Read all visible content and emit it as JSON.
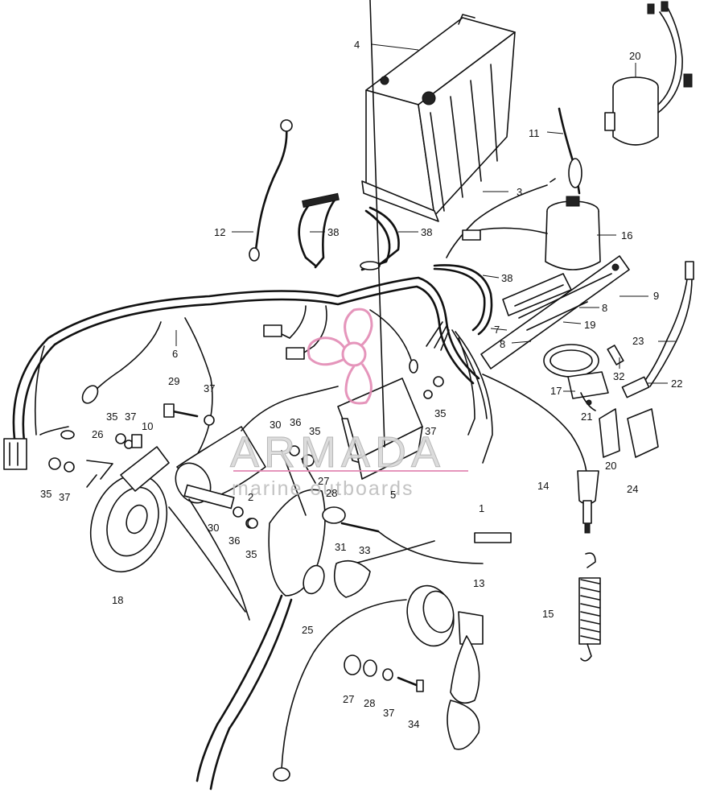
{
  "watermark": {
    "brand": "ARMADA",
    "tagline": "marine outboards",
    "logo_color": "#e38ab4",
    "text_color": "#d9d9d9"
  },
  "callouts": [
    {
      "id": "c4",
      "text": "4"
    },
    {
      "id": "c20a",
      "text": "20"
    },
    {
      "id": "c11",
      "text": "11"
    },
    {
      "id": "c3",
      "text": "3"
    },
    {
      "id": "c12",
      "text": "12"
    },
    {
      "id": "c38a",
      "text": "38"
    },
    {
      "id": "c38b",
      "text": "38"
    },
    {
      "id": "c16",
      "text": "16"
    },
    {
      "id": "c38c",
      "text": "38"
    },
    {
      "id": "c9",
      "text": "9"
    },
    {
      "id": "c8a",
      "text": "8"
    },
    {
      "id": "c19",
      "text": "19"
    },
    {
      "id": "c7",
      "text": "7"
    },
    {
      "id": "c8b",
      "text": "8"
    },
    {
      "id": "c23",
      "text": "23"
    },
    {
      "id": "c6",
      "text": "6"
    },
    {
      "id": "c32",
      "text": "32"
    },
    {
      "id": "c22",
      "text": "22"
    },
    {
      "id": "c17",
      "text": "17"
    },
    {
      "id": "c29",
      "text": "29"
    },
    {
      "id": "c37a",
      "text": "37"
    },
    {
      "id": "c35a",
      "text": "35"
    },
    {
      "id": "c21",
      "text": "21"
    },
    {
      "id": "c35b",
      "text": "35"
    },
    {
      "id": "c37b",
      "text": "37"
    },
    {
      "id": "c10",
      "text": "10"
    },
    {
      "id": "c30a",
      "text": "30"
    },
    {
      "id": "c36a",
      "text": "36"
    },
    {
      "id": "c35c",
      "text": "35"
    },
    {
      "id": "c37c",
      "text": "37"
    },
    {
      "id": "c26",
      "text": "26"
    },
    {
      "id": "c20b",
      "text": "20"
    },
    {
      "id": "c24",
      "text": "24"
    },
    {
      "id": "c5",
      "text": "5"
    },
    {
      "id": "c35d",
      "text": "35"
    },
    {
      "id": "c37d",
      "text": "37"
    },
    {
      "id": "c2",
      "text": "2"
    },
    {
      "id": "c27a",
      "text": "27"
    },
    {
      "id": "c28a",
      "text": "28"
    },
    {
      "id": "c14",
      "text": "14"
    },
    {
      "id": "c1",
      "text": "1"
    },
    {
      "id": "c30b",
      "text": "30"
    },
    {
      "id": "c36b",
      "text": "36"
    },
    {
      "id": "c35e",
      "text": "35"
    },
    {
      "id": "c31",
      "text": "31"
    },
    {
      "id": "c33",
      "text": "33"
    },
    {
      "id": "c18",
      "text": "18"
    },
    {
      "id": "c25",
      "text": "25"
    },
    {
      "id": "c13",
      "text": "13"
    },
    {
      "id": "c15",
      "text": "15"
    },
    {
      "id": "c27b",
      "text": "27"
    },
    {
      "id": "c28b",
      "text": "28"
    },
    {
      "id": "c37e",
      "text": "37"
    },
    {
      "id": "c34",
      "text": "34"
    }
  ]
}
